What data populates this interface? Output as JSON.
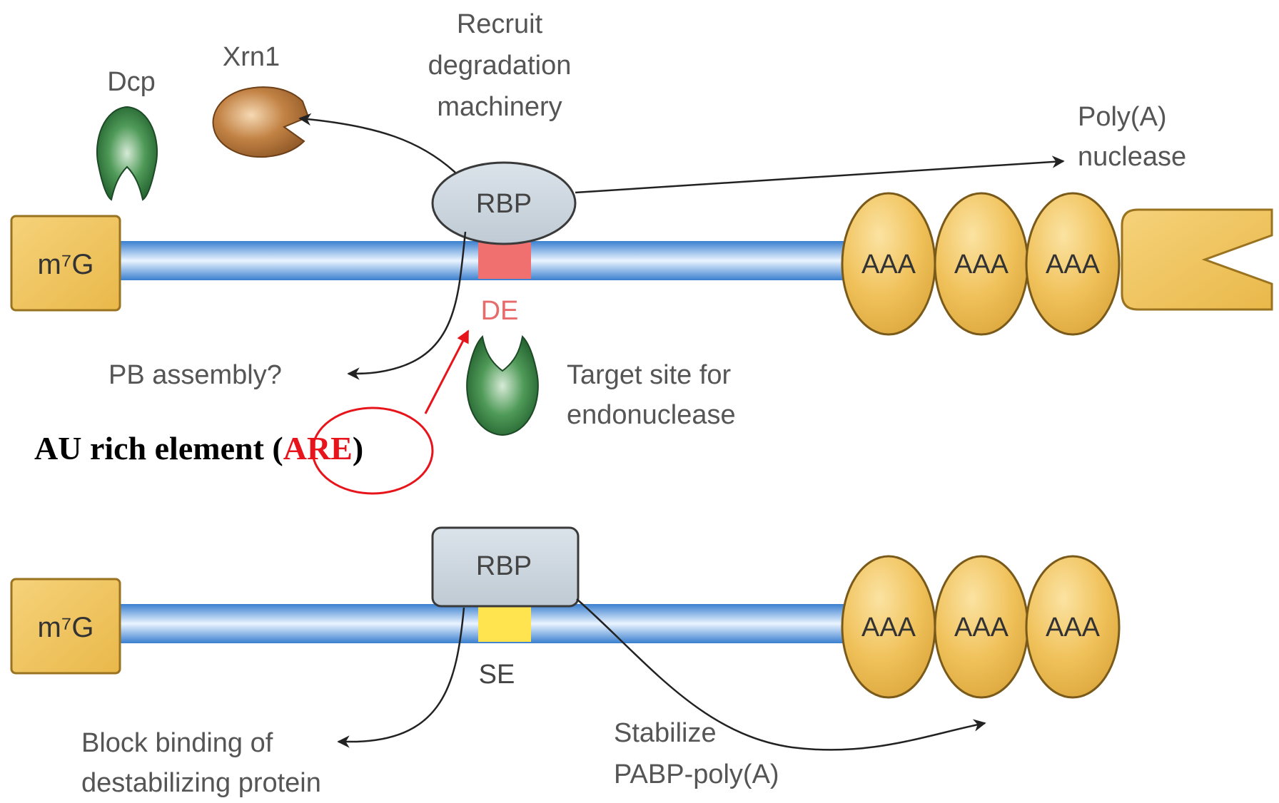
{
  "colors": {
    "strand": "#4a8fd6",
    "cap": "#f0c15a",
    "polyA": "#f0c15a",
    "de_element": "#f07070",
    "se_element": "#ffe450",
    "rbp": "#c9d3dc",
    "dcp": "#2e6e3a",
    "xrn1": "#b07438",
    "highlight": "#e8141b"
  },
  "icons": {
    "dcp": "dcp-protein-icon",
    "xrn1": "xrn1-protein-icon",
    "endonuclease": "endonuclease-protein-icon",
    "polyA_nuclease": "polya-nuclease-icon"
  },
  "top": {
    "cap_label": "m⁷G",
    "rbp_label": "RBP",
    "element_label": "DE",
    "polyA_labels": [
      "AAA",
      "AAA",
      "AAA"
    ],
    "dcp_label": "Dcp",
    "xrn1_label": "Xrn1",
    "recruit_lines": [
      "Recruit",
      "degradation",
      "machinery"
    ],
    "polyA_nuclease_lines": [
      "Poly(A)",
      "nuclease"
    ],
    "pb_assembly": "PB assembly?",
    "target_lines": [
      "Target site for",
      "endonuclease"
    ],
    "are_prefix": "AU rich element ",
    "are_open": "(",
    "are_word": "ARE",
    "are_close": ")"
  },
  "bottom": {
    "cap_label": "m⁷G",
    "rbp_label": "RBP",
    "element_label": "SE",
    "polyA_labels": [
      "AAA",
      "AAA",
      "AAA"
    ],
    "block_lines": [
      "Block binding of",
      "destabilizing protein"
    ],
    "stabilize_lines": [
      "Stabilize",
      "PABP-poly(A)"
    ]
  }
}
